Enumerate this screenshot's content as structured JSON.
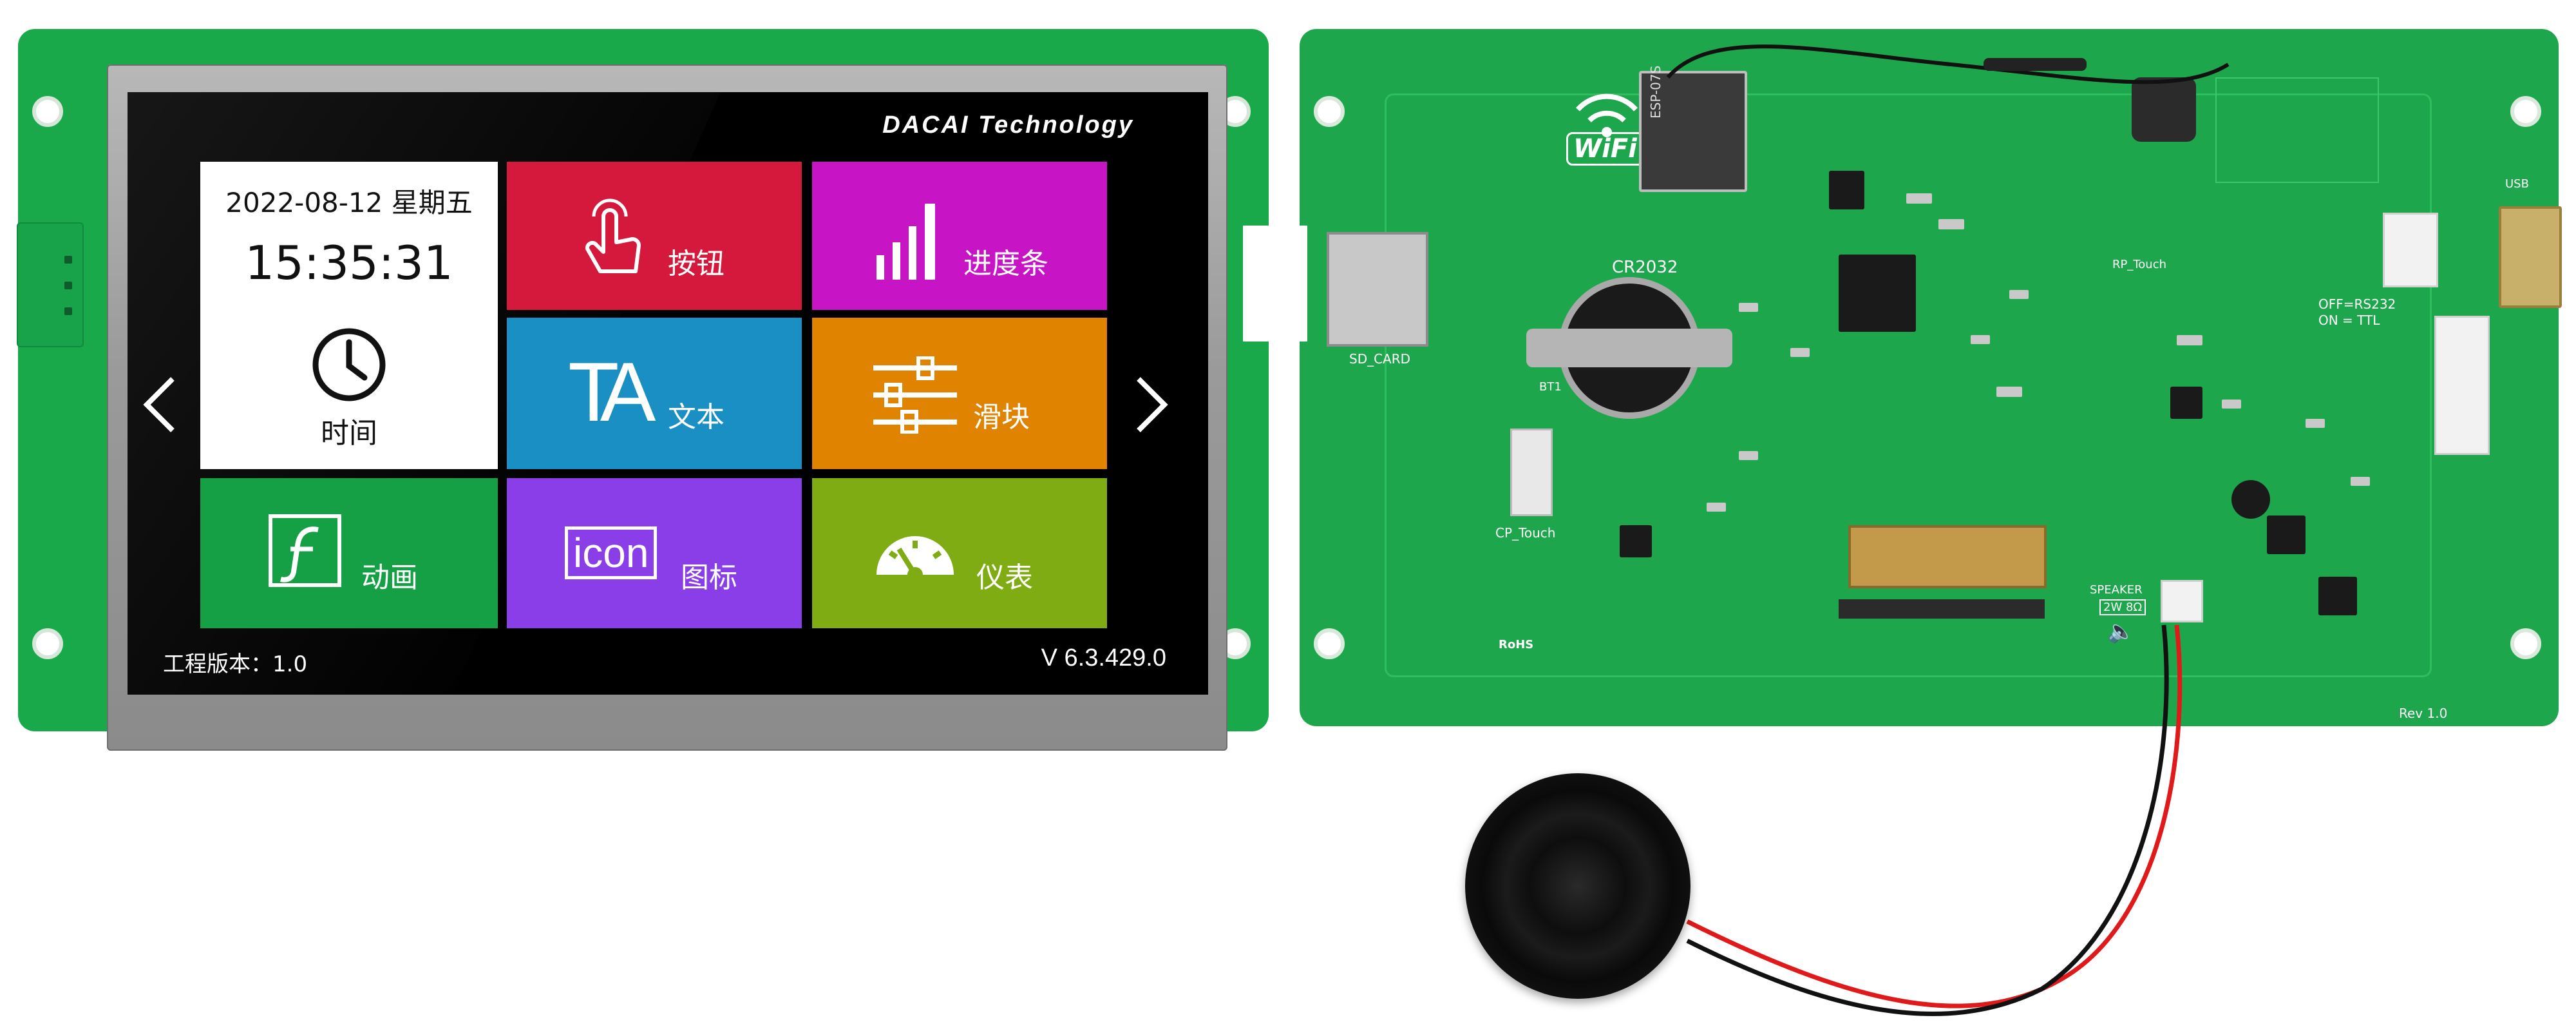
{
  "front": {
    "brand": "DACAI Technology",
    "date_text": "2022-08-12  星期五",
    "time_text": "15:35:31",
    "tiles": {
      "clock": "时间",
      "button": "按钮",
      "progress": "进度条",
      "text": "文本",
      "slider": "滑块",
      "animation": "动画",
      "icon": "图标",
      "gauge": "仪表"
    },
    "icon_word": "icon",
    "text_glyph": "TA",
    "footer_left": "工程版本：1.0",
    "footer_right": "V 6.3.429.0"
  },
  "back": {
    "wifi": "WiFi",
    "cr2032": "CR2032",
    "sd_card": "SD_CARD",
    "cp_touch": "CP_Touch",
    "rp_touch": "RP_Touch",
    "speaker": "SPEAKER",
    "speaker_spec": "2W 8Ω",
    "usb": "USB",
    "rev": "Rev 1.0",
    "rohs": "RoHS",
    "rs232": "OFF=RS232",
    "ttl": "ON = TTL",
    "bt1": "BT1",
    "esp_module": "ESP-07S"
  }
}
